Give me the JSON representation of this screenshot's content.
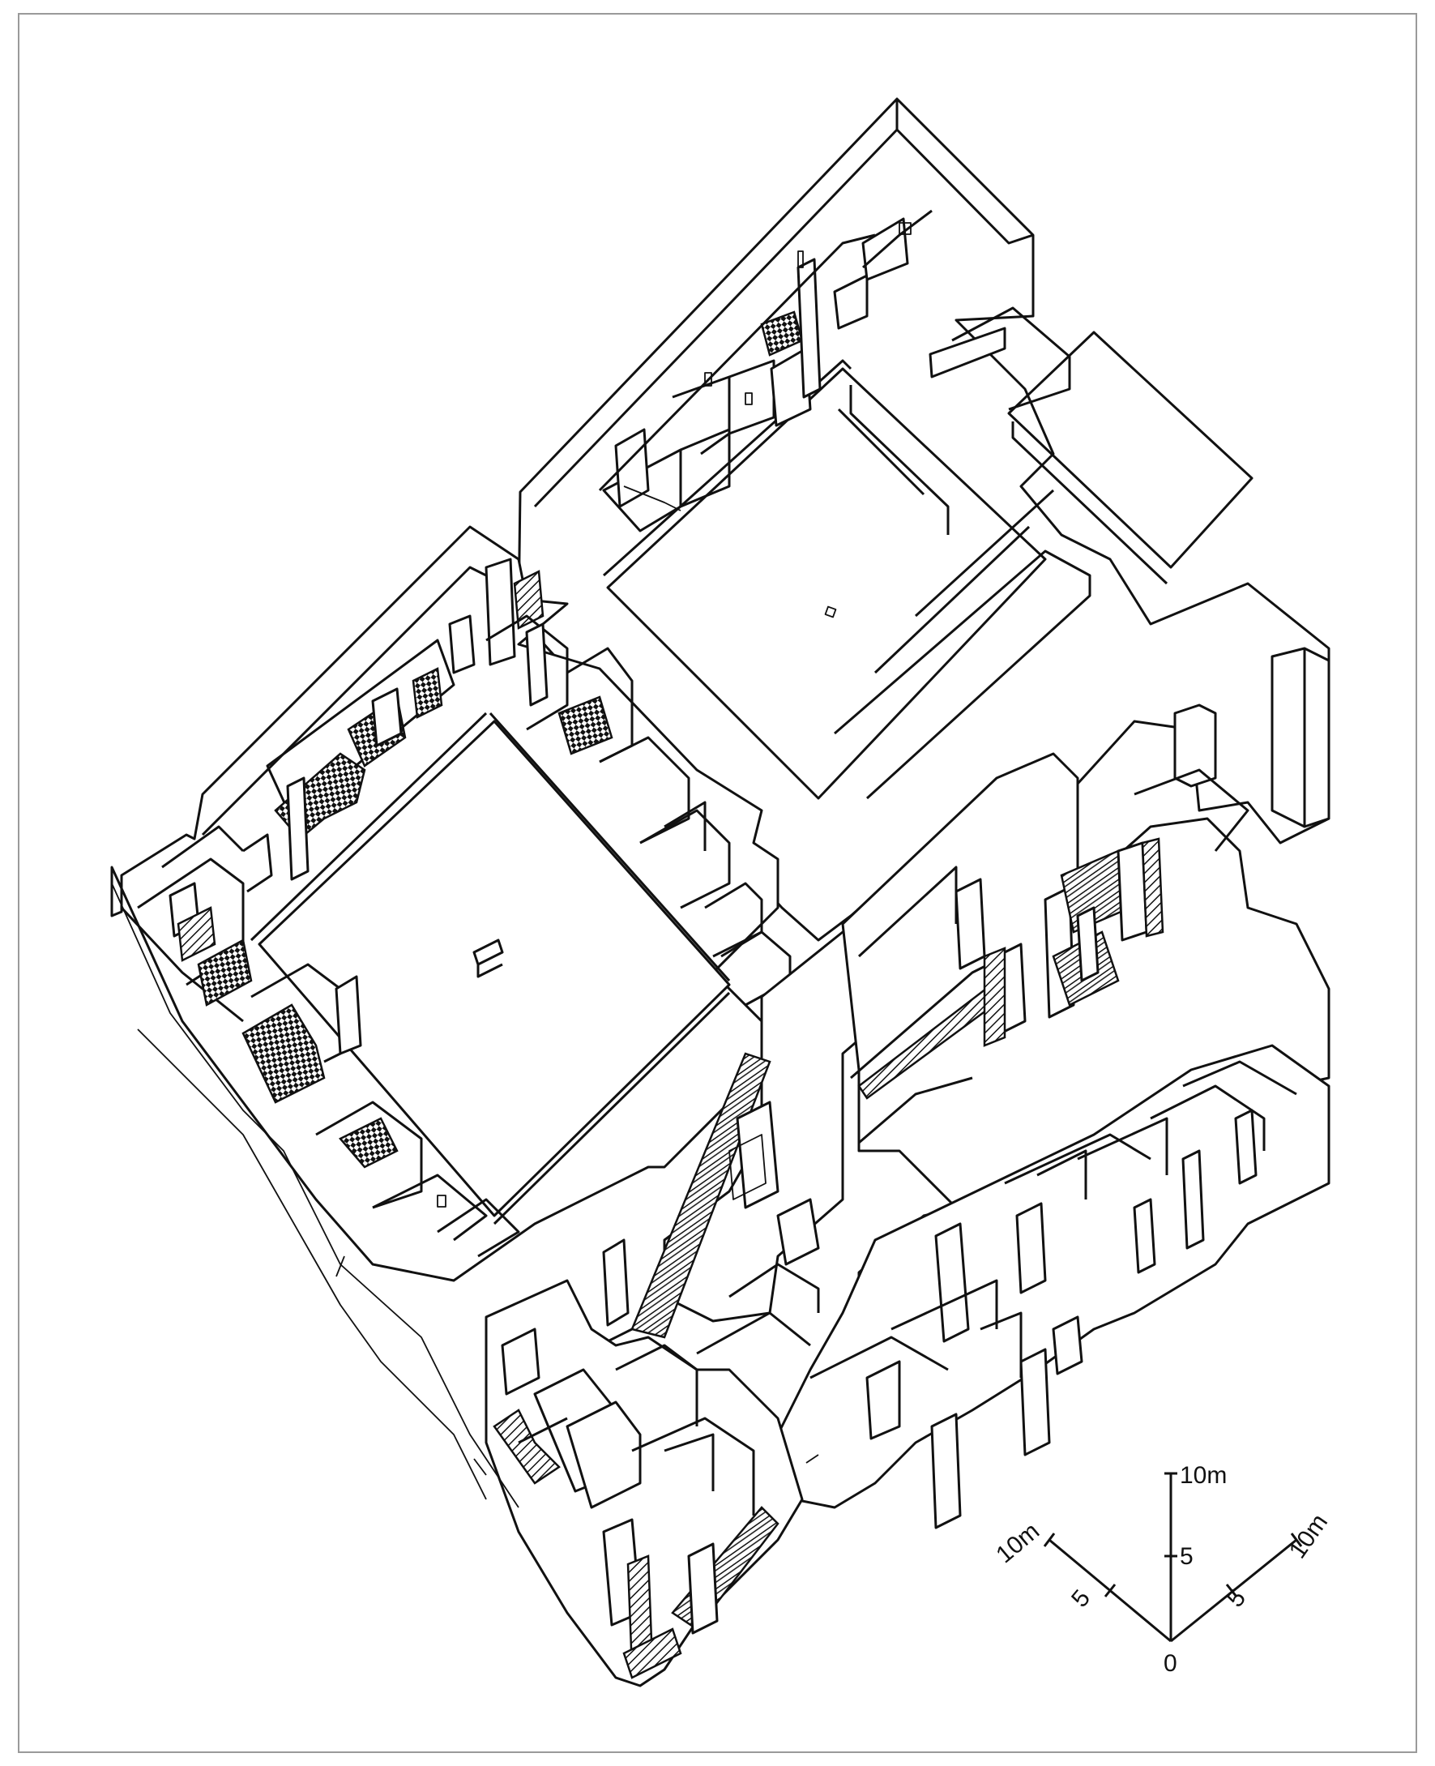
{
  "diagram": {
    "kind": "isometric architectural building plan",
    "scale": {
      "vertical_labels": [
        "0",
        "5",
        "10m"
      ],
      "left_axis_labels": [
        "5",
        "10m"
      ],
      "right_axis_labels": [
        "5",
        "10m"
      ]
    }
  },
  "colors": {
    "line": "#111111",
    "frame": "#9a9a9a",
    "background": "#ffffff"
  }
}
